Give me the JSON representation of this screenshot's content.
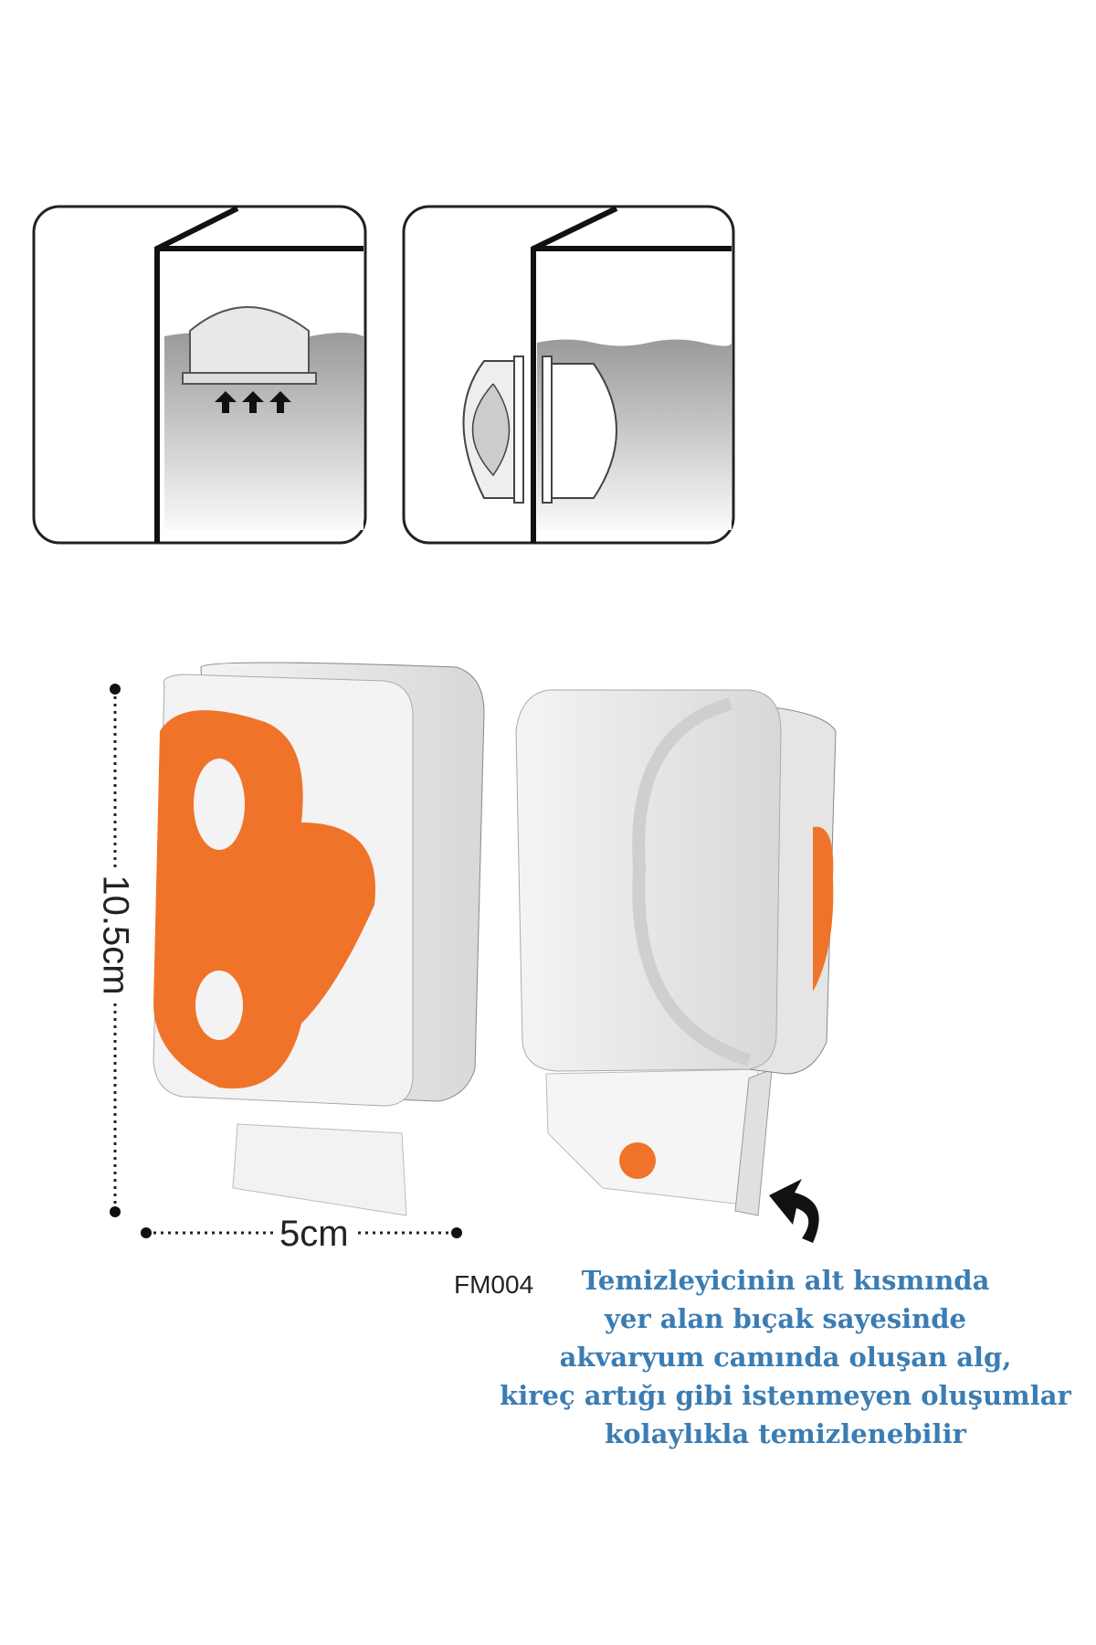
{
  "dimensions": {
    "height_label": "10.5cm",
    "width_label": "5cm"
  },
  "model_code": "FM004",
  "description_lines": [
    "Temizleyicinin alt kısmında",
    "yer alan bıçak sayesinde",
    "akvaryum camında oluşan alg,",
    "kireç artığı gibi istenmeyen oluşumlar",
    "kolaylıkla temizlenebilir"
  ],
  "colors": {
    "accent_orange": "#f0732a",
    "text_blue": "#3b7db3"
  }
}
